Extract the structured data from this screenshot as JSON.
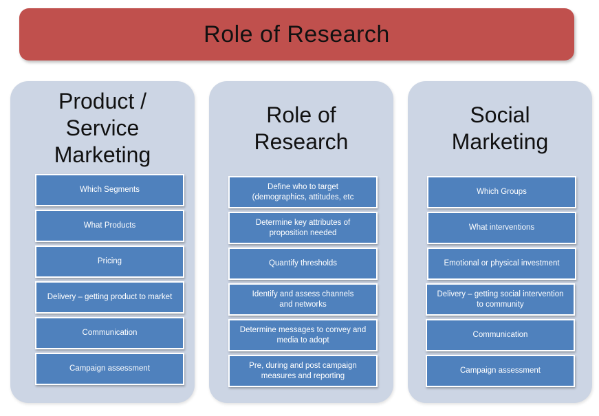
{
  "title": "Role of Research",
  "columns": [
    {
      "heading": "Product /\nService\nMarketing",
      "items": [
        "Which Segments",
        "What Products",
        "Pricing",
        "Delivery – getting product to market",
        "Communication",
        "Campaign assessment"
      ]
    },
    {
      "heading": "Role of\nResearch",
      "items": [
        "Define who to target\n(demographics,  attitudes, etc",
        "Determine key attributes  of\nproposition needed",
        "Quantify  thresholds",
        "Identify and assess channels\nand networks",
        "Determine messages  to convey and\nmedia to adopt",
        "Pre, during and post campaign\nmeasures  and reporting"
      ]
    },
    {
      "heading": "Social\nMarketing",
      "items": [
        "Which Groups",
        "What interventions",
        "Emotional or physical investment",
        "Delivery – getting social intervention\nto community",
        "Communication",
        "Campaign assessment"
      ]
    }
  ],
  "colors": {
    "title_bar": "#c0504d",
    "column_bg": "#ccd5e4",
    "box_fill": "#4f81bd",
    "box_text": "#ffffff"
  }
}
